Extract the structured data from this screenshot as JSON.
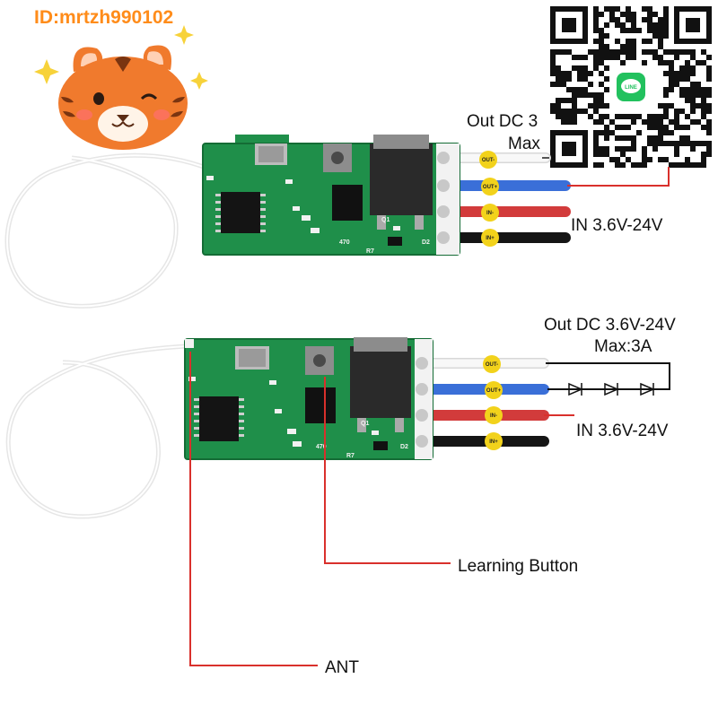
{
  "watermark": {
    "text": "ID:mrtzh990102"
  },
  "colors": {
    "pcb": "#1f8f4a",
    "pcb_dark": "#146c35",
    "wire_white": "#f4f4f4",
    "wire_blue": "#3a6fd8",
    "wire_red": "#d23b3b",
    "wire_black": "#151515",
    "pad_label_bg": "#f2d21b",
    "leader_red": "#d9302c",
    "watermark": "#ff8c1a",
    "tiger": "#f07a2d"
  },
  "icons": {
    "tiger": "tiger-sticker-icon",
    "qr": "qr-code-icon",
    "line_app": "line-app-icon",
    "led": "led-diode-icon"
  },
  "top_module": {
    "labels": {
      "out_line1": "Out DC 3",
      "out_line2": "Max",
      "input": "IN 3.6V-24V"
    },
    "pads": [
      "OUT-",
      "OUT+",
      "IN-",
      "IN+"
    ],
    "silkscreen": [
      "Q1",
      "470",
      "R7",
      "D2"
    ]
  },
  "bottom_module": {
    "labels": {
      "out_line1": "Out DC 3.6V-24V",
      "out_line2": "Max:3A",
      "input": "IN 3.6V-24V",
      "learning_button": "Learning Button",
      "antenna": "ANT"
    },
    "pads": [
      "OUT-",
      "OUT+",
      "IN-",
      "IN+"
    ],
    "silkscreen": [
      "Q1",
      "470",
      "R7",
      "D2"
    ]
  },
  "qr": {
    "line_badge": "LINE"
  }
}
